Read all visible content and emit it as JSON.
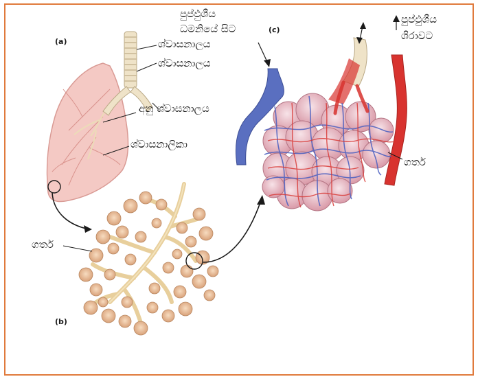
{
  "panels": {
    "a": "(a)",
    "b": "(b)",
    "c": "(c)"
  },
  "labels": {
    "trachea": "ශ්වාසනාලය",
    "bronchus": "අනු ශ්වාසනාලය",
    "bronchiole": "ශ්වාසනාලිකා",
    "alveoli_b": "ගර්ත",
    "artery_line1": "පුප්ඵුශීය",
    "artery_line2": "ධමනියේ සිට",
    "vein_line1": "පුප්ඵුශීය",
    "vein_line2": "ශිරාවට",
    "alveoli_c": "ගර්ත"
  },
  "colors": {
    "border": "#e07a3c",
    "lung": "#f4c9c4",
    "trachea": "#efe3c8",
    "alveolus": "#f2cda8",
    "artery_blue": "#5a6fc0",
    "vein_red": "#d8332f"
  }
}
